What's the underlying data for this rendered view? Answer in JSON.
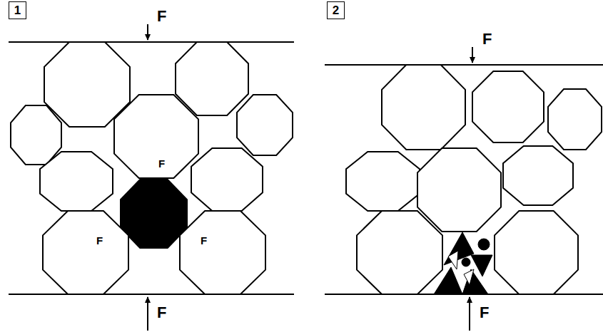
{
  "diagram": {
    "nodes": [
      {
        "text": [
          "1"
        ]
      },
      {
        "text": [
          "2"
        ]
      }
    ],
    "labels": [
      "F",
      "F",
      "F",
      "F",
      "F",
      "F",
      "F"
    ]
  }
}
